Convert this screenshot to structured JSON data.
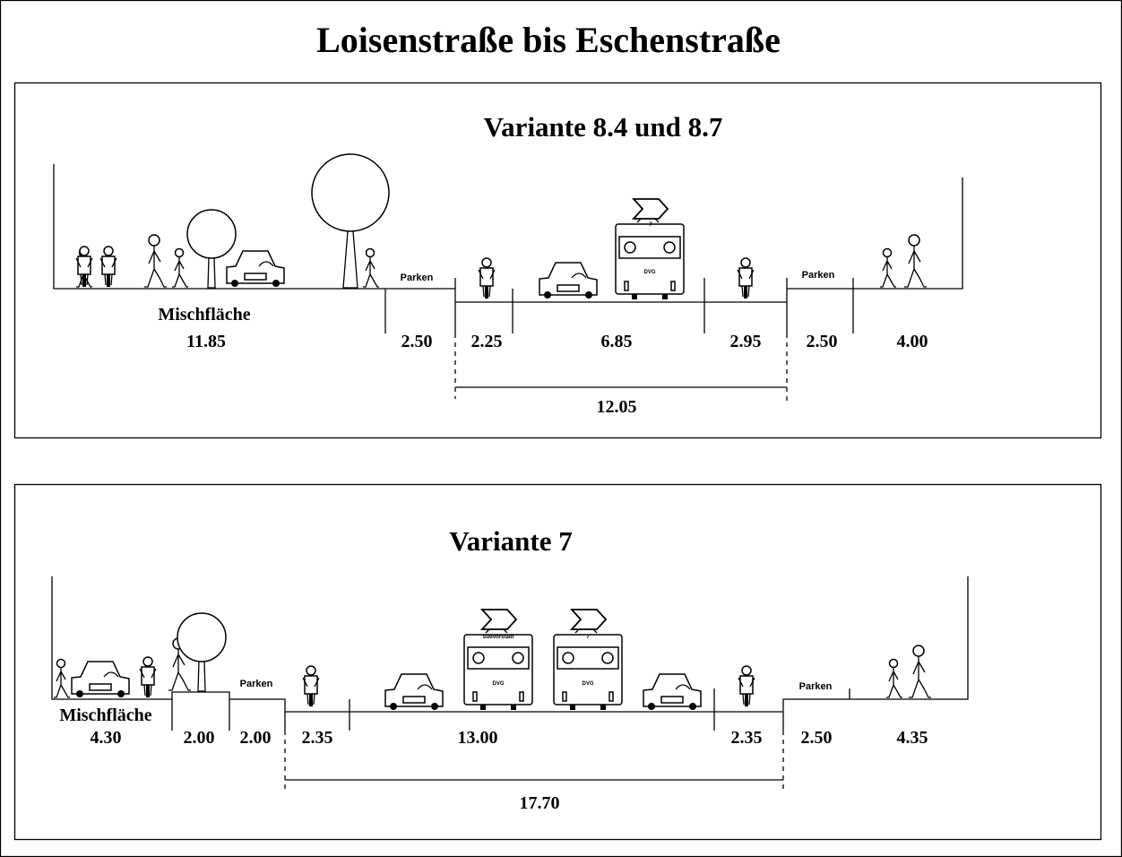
{
  "title": "Loisenstraße bis Eschenstraße",
  "panels": [
    {
      "heading": "Variante 8.4 und 8.7",
      "zone_label": "Mischfläche",
      "parking_left": "Parken",
      "parking_right": "Parken",
      "dims": [
        "11.85",
        "2.50",
        "2.25",
        "6.85",
        "2.95",
        "2.50",
        "4.00"
      ],
      "total": "12.05",
      "tram_labels": {
        "line": "7",
        "operator": "DVG"
      }
    },
    {
      "heading": "Variante 7",
      "zone_label": "Mischfläche",
      "parking_left": "Parken",
      "parking_right": "Parken",
      "dims": [
        "4.30",
        "2.00",
        "2.00",
        "2.35",
        "13.00",
        "2.35",
        "2.50",
        "4.35"
      ],
      "total": "17.70",
      "tram_labels": {
        "destination": "Südvorstadt",
        "line": "7",
        "operator_a": "DVG",
        "operator_b": "DVG"
      }
    }
  ]
}
